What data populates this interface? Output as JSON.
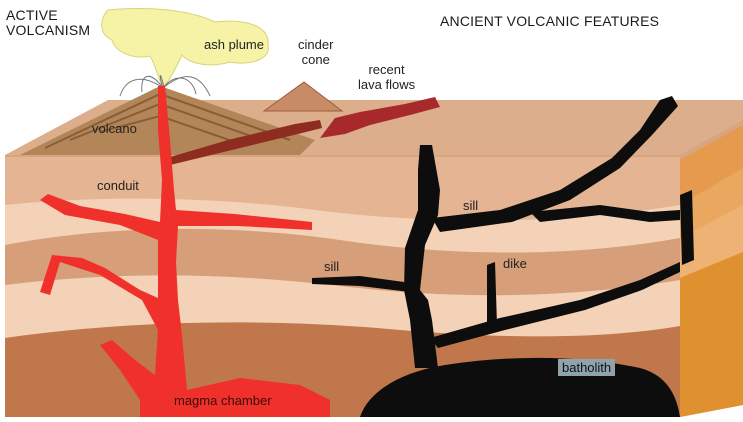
{
  "labels": {
    "active_volcanism": [
      "ACTIVE",
      "VOLCANISM"
    ],
    "ancient_features": "ANCIENT VOLCANIC FEATURES",
    "ash_plume": "ash plume",
    "cinder_cone": [
      "cinder",
      "cone"
    ],
    "recent_lava_flows": [
      "recent",
      "lava flows"
    ],
    "volcano": "volcano",
    "conduit": "conduit",
    "sill_upper": "sill",
    "sill_lower": "sill",
    "dike": "dike",
    "batholith": "batholith",
    "magma_chamber": "magma chamber"
  },
  "colors": {
    "magma": "#f0302a",
    "ancient_intrusion": "#0d0d0d",
    "ash_plume": "#f6f3a6",
    "lava_flow": "#a8292b",
    "cinder_cone": "#c98a66",
    "volcano": "#b3865a",
    "layer_light": "#f3d2b8",
    "layer_mid": "#d79f79",
    "layer_dark": "#c1774c",
    "side_face": "#e18f3d"
  }
}
